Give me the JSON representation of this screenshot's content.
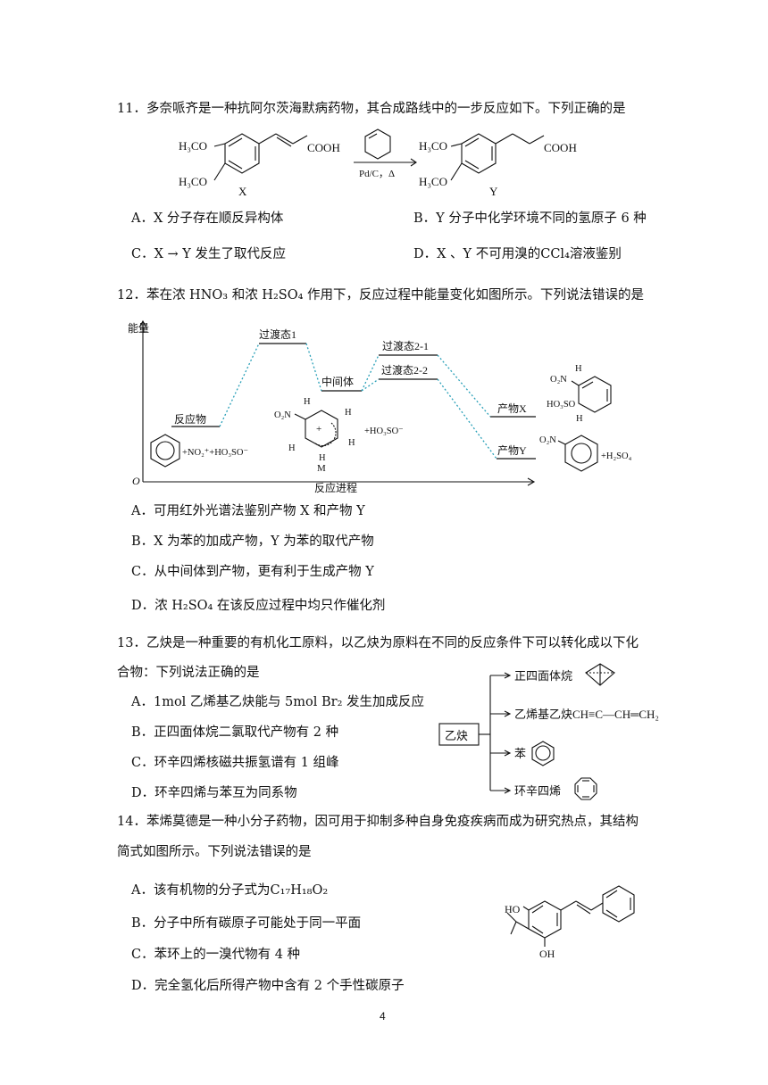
{
  "q11": {
    "stem": "11．多奈哌齐是一种抗阿尔茨海默病药物，其合成路线中的一步反应如下。下列正确的是",
    "x_label": "X",
    "y_label": "Y",
    "och3_a": "H₃CO",
    "och3_b": "H₃CO",
    "cooh": "COOH",
    "catalyst": "Pd/C，Δ",
    "A": "A．X 分子存在顺反异构体",
    "B": "B．Y 分子中化学环境不同的氢原子 6 种",
    "C": "C．X → Y 发生了取代反应",
    "D": "D．X 、Y 不可用溴的CCl₄溶液鉴别"
  },
  "q12": {
    "stem": "12．苯在浓 HNO₃ 和浓 H₂SO₄ 作用下，反应过程中能量变化如图所示。下列说法错误的是",
    "y_axis": "能量",
    "x_axis": "反应进程",
    "origin": "O",
    "reactant": "反应物",
    "ts1": "过渡态1",
    "intermediate": "中间体",
    "ts21": "过渡态2-1",
    "ts22": "过渡态2-2",
    "product_x": "产物X",
    "product_y": "产物Y",
    "reactant_formula": "+NO₂⁺+HO₃SO⁻",
    "m_label": "M",
    "m_add": "+HO₃SO⁻",
    "py_add": "+H₂SO₄",
    "A": "A．可用红外光谱法鉴别产物 X 和产物 Y",
    "B": "B．X 为苯的加成产物，Y 为苯的取代产物",
    "C": "C．从中间体到产物，更有利于生成产物 Y",
    "D": "D．浓 H₂SO₄ 在该反应过程中均只作催化剂"
  },
  "q13": {
    "stem1": "13．乙炔是一种重要的有机化工原料，以乙炔为原料在不同的反应条件下可以转化成以下化",
    "stem2": "合物：下列说法正确的是",
    "A": "A．1mol 乙烯基乙炔能与 5mol Br₂ 发生加成反应",
    "B": "B．正四面体烷二氯取代产物有 2 种",
    "C": "C．环辛四烯核磁共振氢谱有 1 组峰",
    "D": "D．环辛四烯与苯互为同系物",
    "source": "乙炔",
    "p1": "正四面体烷",
    "p2": "乙烯基乙炔CH≡C—CH═CH₂",
    "p3": "苯",
    "p4": "环辛四烯"
  },
  "q14": {
    "stem1": "14．苯烯莫德是一种小分子药物，因可用于抑制多种自身免疫疾病而成为研究热点，其结构",
    "stem2": "简式如图所示。下列说法错误的是",
    "A": "A．该有机物的分子式为C₁₇H₁₈O₂",
    "B": "B．分子中所有碳原子可能处于同一平面",
    "C": "C．苯环上的一溴代物有 4 种",
    "D": "D．完全氢化后所得产物中含有 2 个手性碳原子",
    "ho": "HO",
    "oh": "OH"
  },
  "page_number": "4"
}
